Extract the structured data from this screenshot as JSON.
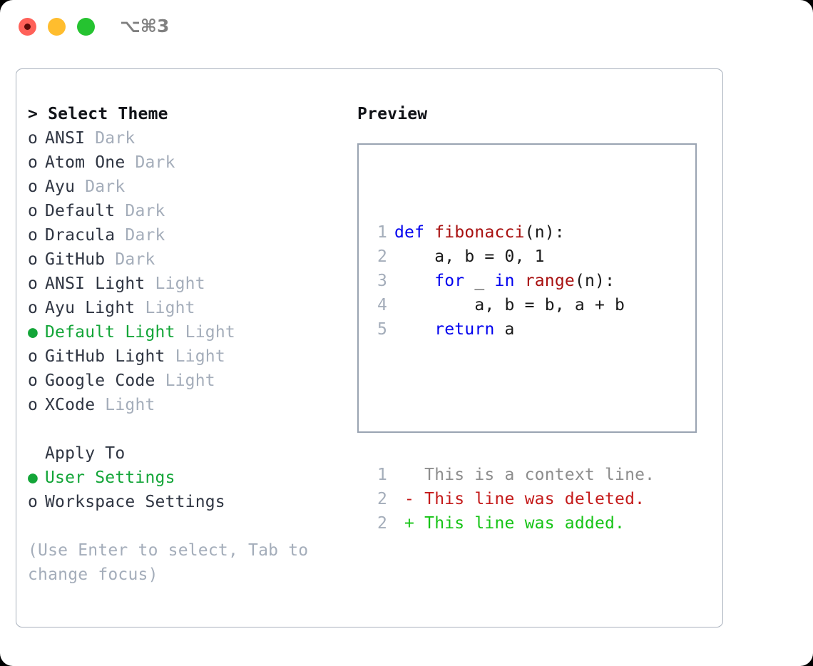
{
  "window": {
    "traffic_lights": [
      "close-red",
      "minimize-yellow",
      "maximize-green"
    ],
    "shortcut_label": "⌥⌘3"
  },
  "theme_picker": {
    "title": "> Select Theme",
    "selected_marker": "●",
    "unselected_marker": "o",
    "items": [
      {
        "name": "ANSI",
        "variant": "Dark",
        "selected": false
      },
      {
        "name": "Atom One",
        "variant": "Dark",
        "selected": false
      },
      {
        "name": "Ayu",
        "variant": "Dark",
        "selected": false
      },
      {
        "name": "Default",
        "variant": "Dark",
        "selected": false
      },
      {
        "name": "Dracula",
        "variant": "Dark",
        "selected": false
      },
      {
        "name": "GitHub",
        "variant": "Dark",
        "selected": false
      },
      {
        "name": "ANSI Light",
        "variant": "Light",
        "selected": false
      },
      {
        "name": "Ayu Light",
        "variant": "Light",
        "selected": false
      },
      {
        "name": "Default Light",
        "variant": "Light",
        "selected": true
      },
      {
        "name": "GitHub Light",
        "variant": "Light",
        "selected": false
      },
      {
        "name": "Google Code",
        "variant": "Light",
        "selected": false
      },
      {
        "name": "XCode",
        "variant": "Light",
        "selected": false
      }
    ]
  },
  "apply_to": {
    "title": "Apply To",
    "options": [
      {
        "label": "User Settings",
        "selected": true
      },
      {
        "label": "Workspace Settings",
        "selected": false
      }
    ]
  },
  "hint": "(Use Enter to select, Tab to change focus)",
  "preview": {
    "title": "Preview",
    "code_lines": [
      {
        "no": "1",
        "tokens": [
          {
            "t": "def",
            "c": "kw"
          },
          {
            "t": " ",
            "c": "plain"
          },
          {
            "t": "fibonacci",
            "c": "fn"
          },
          {
            "t": "(n):",
            "c": "plain"
          }
        ]
      },
      {
        "no": "2",
        "tokens": [
          {
            "t": "    a, b = 0, 1",
            "c": "plain"
          }
        ]
      },
      {
        "no": "3",
        "tokens": [
          {
            "t": "    ",
            "c": "plain"
          },
          {
            "t": "for",
            "c": "kw"
          },
          {
            "t": " _ ",
            "c": "plain"
          },
          {
            "t": "in",
            "c": "kw"
          },
          {
            "t": " ",
            "c": "plain"
          },
          {
            "t": "range",
            "c": "fn"
          },
          {
            "t": "(n):",
            "c": "plain"
          }
        ]
      },
      {
        "no": "4",
        "tokens": [
          {
            "t": "        a, b = b, a + b",
            "c": "plain"
          }
        ]
      },
      {
        "no": "5",
        "tokens": [
          {
            "t": "    ",
            "c": "plain"
          },
          {
            "t": "return",
            "c": "kw"
          },
          {
            "t": " a",
            "c": "plain"
          }
        ]
      }
    ],
    "diff_lines": [
      {
        "no": "1",
        "tokens": [
          {
            "t": "   This is a context line.",
            "c": "ctx"
          }
        ]
      },
      {
        "no": "2",
        "tokens": [
          {
            "t": " - This line was deleted.",
            "c": "del"
          }
        ]
      },
      {
        "no": "2",
        "tokens": [
          {
            "t": " + This line was added.",
            "c": "add"
          }
        ]
      }
    ]
  },
  "colors": {
    "accent_green": "#13a538",
    "muted": "#a4adba",
    "keyword_blue": "#0000ee",
    "function_red": "#a81010",
    "diff_deleted": "#c41a1a",
    "diff_added": "#16c416",
    "panel_border": "#a9b1bd",
    "preview_border": "#9aa4b2"
  }
}
